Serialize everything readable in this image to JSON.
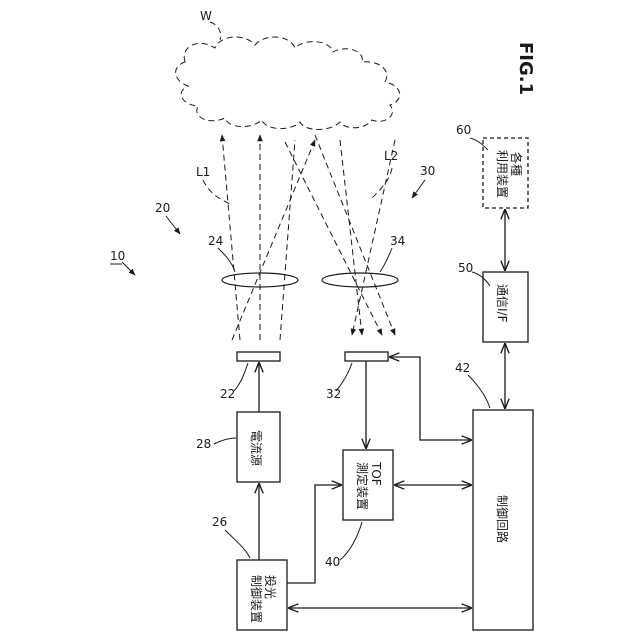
{
  "figure_label": "FIG.1",
  "refs": {
    "r10": "10",
    "r20": "20",
    "r22": "22",
    "r24": "24",
    "r26": "26",
    "r28": "28",
    "r30": "30",
    "r32": "32",
    "r34": "34",
    "r40": "40",
    "r42": "42",
    "r50": "50",
    "r60": "60",
    "rW": "W",
    "rL1": "L1",
    "rL2": "L2"
  },
  "blocks": {
    "projection_control": {
      "line1": "投光",
      "line2": "制御装置"
    },
    "current_source": {
      "line1": "電流源"
    },
    "tof": {
      "line1": "TOF",
      "line2": "測定装置"
    },
    "control_circuit": {
      "line1": "制御回路"
    },
    "comm_if": {
      "line1": "通信I/F"
    },
    "utilization": {
      "line1": "各種",
      "line2": "利用装置"
    }
  }
}
